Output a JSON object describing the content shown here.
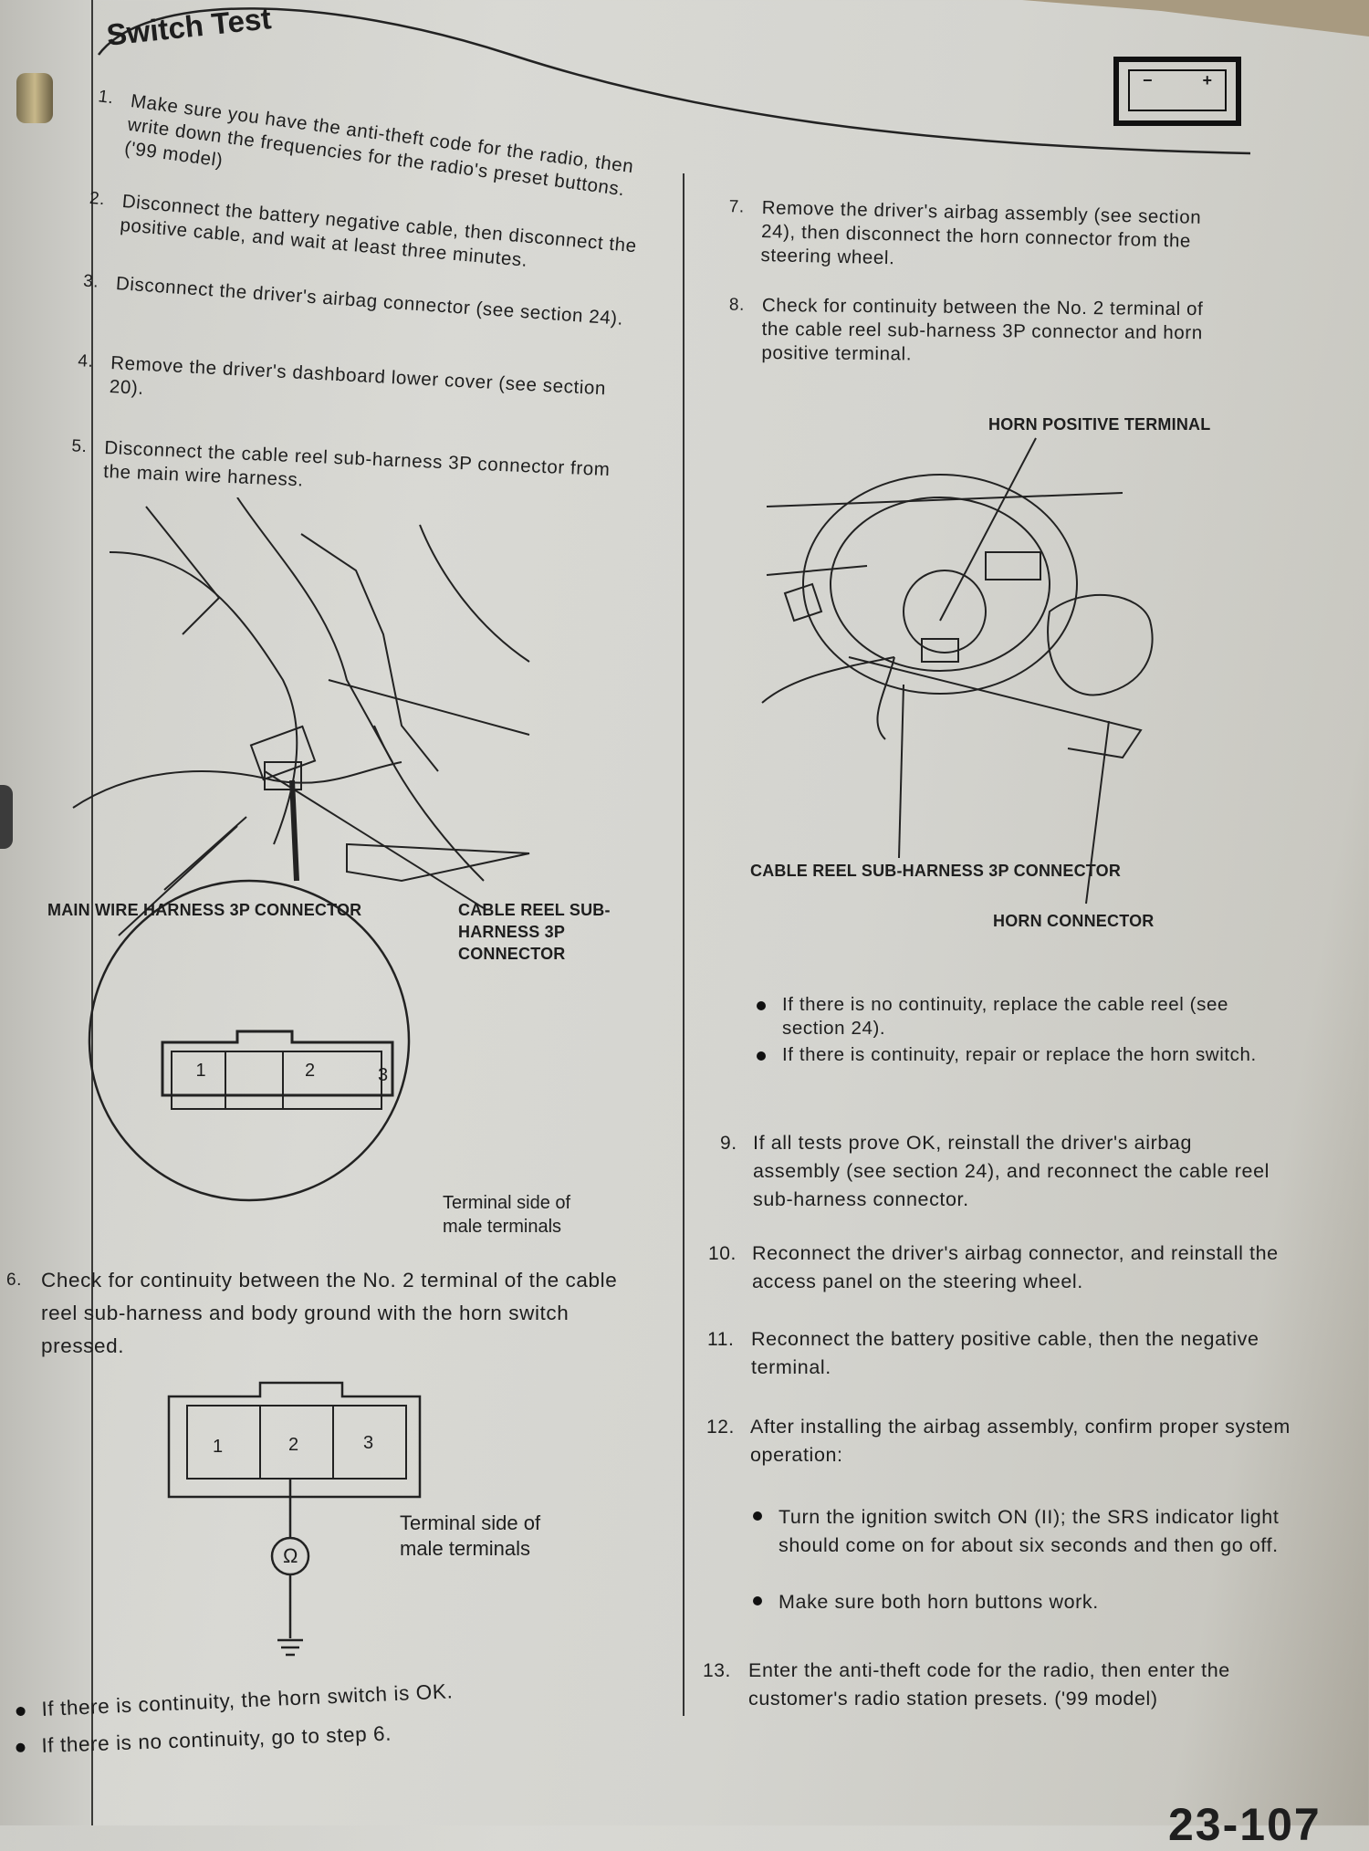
{
  "title": "Switch Test",
  "page_number": "23-107",
  "left_steps": [
    {
      "num": "1.",
      "text": "Make sure you have the anti-theft code for the radio, then write down the frequencies for the radio's preset buttons. ('99 model)"
    },
    {
      "num": "2.",
      "text": "Disconnect the battery negative cable, then disconnect the positive cable, and wait at least three minutes."
    },
    {
      "num": "3.",
      "text": "Disconnect the driver's airbag connector (see section 24)."
    },
    {
      "num": "4.",
      "text": "Remove the driver's dashboard lower cover (see section 20)."
    },
    {
      "num": "5.",
      "text": "Disconnect the cable reel sub-harness 3P connector from the main wire harness."
    },
    {
      "num": "6.",
      "text": "Check for continuity between the No. 2 terminal of the cable reel sub-harness and body ground with the horn switch pressed."
    }
  ],
  "figure1": {
    "label_main": "MAIN WIRE HARNESS 3P CONNECTOR",
    "label_cable": "CABLE REEL SUB-HARNESS 3P CONNECTOR",
    "terminals": [
      "1",
      "2",
      "3"
    ],
    "caption": "Terminal side of male terminals"
  },
  "figure2": {
    "terminals": [
      "1",
      "2",
      "3"
    ],
    "meter": "Ω",
    "caption": "Terminal side of male terminals"
  },
  "left_bullets": [
    "If there is continuity, the horn switch is OK.",
    "If there is no continuity, go to step 6."
  ],
  "right_steps": [
    {
      "num": "7.",
      "text": "Remove the driver's airbag assembly (see section 24), then disconnect the horn connector from the steering wheel."
    },
    {
      "num": "8.",
      "text": "Check for continuity between the No. 2 terminal of the cable reel sub-harness 3P connector and horn positive terminal."
    }
  ],
  "figure3": {
    "label_horn_positive": "HORN POSITIVE TERMINAL",
    "label_cable_reel": "CABLE REEL SUB-HARNESS 3P CONNECTOR",
    "label_horn_connector": "HORN CONNECTOR"
  },
  "right_bullets_8": [
    "If there is no continuity, replace the cable reel (see section 24).",
    "If there is continuity, repair or replace the horn switch."
  ],
  "right_steps_2": [
    {
      "num": "9.",
      "text": "If all tests prove OK, reinstall the driver's airbag assembly (see section 24), and reconnect the cable reel sub-harness connector."
    },
    {
      "num": "10.",
      "text": "Reconnect the driver's airbag connector, and reinstall the access panel on the steering wheel."
    },
    {
      "num": "11.",
      "text": "Reconnect the battery positive cable, then the negative terminal."
    },
    {
      "num": "12.",
      "text": "After installing the airbag assembly, confirm proper system operation:"
    }
  ],
  "right_bullets_12": [
    "Turn the ignition switch ON (II); the SRS indicator light should come on for about six seconds and then go off.",
    "Make sure both horn buttons work."
  ],
  "step13": {
    "num": "13.",
    "text": "Enter the anti-theft code for the radio, then enter the customer's radio station presets. ('99 model)"
  },
  "battery_icon": {
    "minus": "−",
    "plus": "+"
  }
}
